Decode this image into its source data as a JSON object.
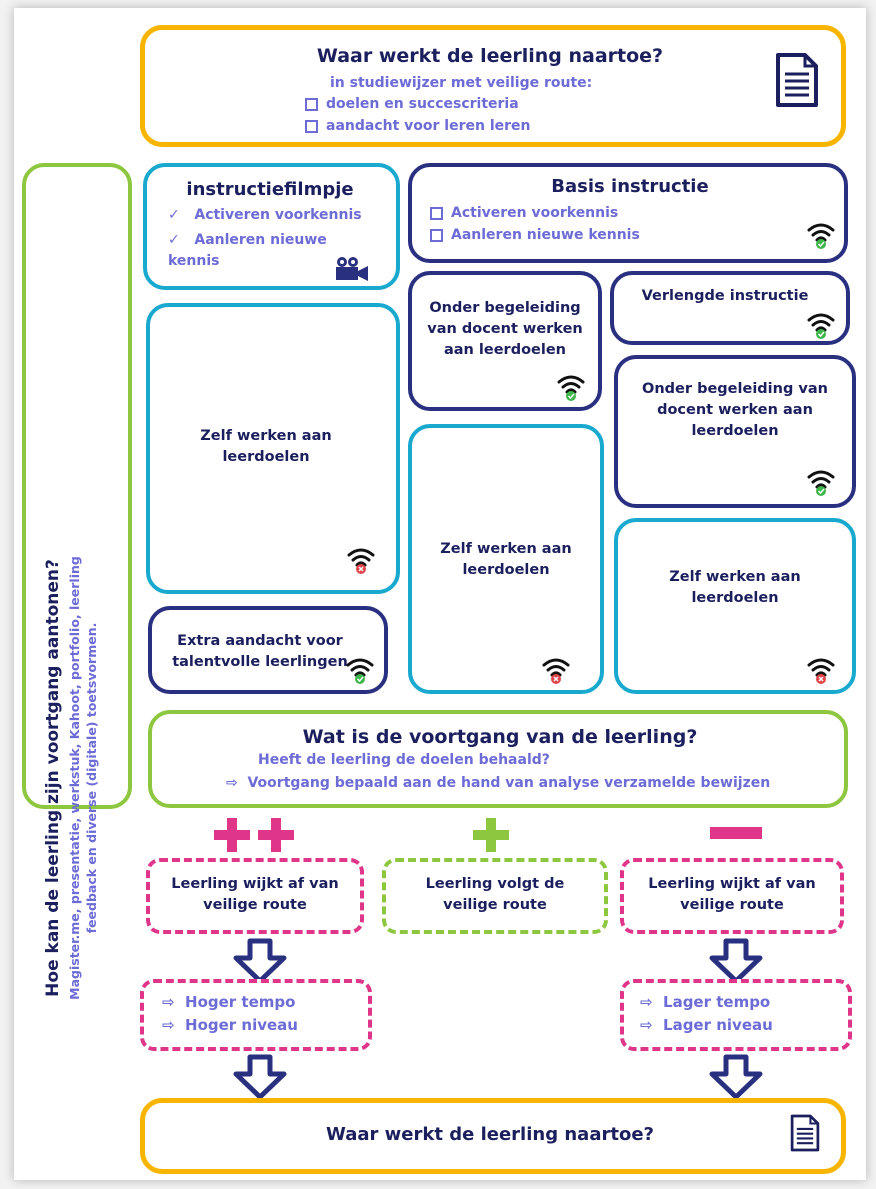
{
  "top": {
    "title": "Waar werkt de leerling naartoe?",
    "subtitle": "in studiewijzer met veilige route:",
    "items": [
      "doelen en succescriteria",
      "aandacht voor leren leren"
    ]
  },
  "side": {
    "title": "Hoe kan de leerling zijn voortgang aantonen?",
    "line1": "Magister.me, presentatie, werkstuk, Kahoot, portfolio, leerling",
    "line2": "feedback en  diverse (digitale) toetsvormen."
  },
  "film": {
    "title": "instructiefilmpje",
    "items": [
      "Activeren voorkennis",
      "Aanleren nieuwe kennis"
    ]
  },
  "basis": {
    "title": "Basis instructie",
    "items": [
      "Activeren voorkennis",
      "Aanleren nieuwe kennis"
    ]
  },
  "cells": {
    "zelf_left": "Zelf werken aan leerdoelen",
    "extra": "Extra aandacht voor talentvolle leerlingen",
    "onder_mid": "Onder begeleiding van docent werken aan leerdoelen",
    "zelf_mid": "Zelf werken aan leerdoelen",
    "verlengde": "Verlengde instructie",
    "onder_right": "Onder begeleiding van docent werken aan leerdoelen",
    "zelf_right": "Zelf werken aan leerdoelen"
  },
  "progress": {
    "title": "Wat is de voortgang van de leerling?",
    "q": "Heeft de leerling de doelen behaald?",
    "item": "Voortgang bepaald aan de hand van analyse verzamelde bewijzen"
  },
  "routes": {
    "left": "Leerling wijkt af van veilige route",
    "mid": "Leerling volgt de veilige route",
    "right": "Leerling wijkt af van veilige route"
  },
  "pace": {
    "left": [
      "Hoger tempo",
      "Hoger niveau"
    ],
    "right": [
      "Lager tempo",
      "Lager niveau"
    ]
  },
  "bottom": {
    "title": "Waar werkt de leerling naartoe?"
  },
  "colors": {
    "yellow": "#f7b500",
    "green": "#8dc63f",
    "cyan": "#19a9cf",
    "navy": "#2a3080",
    "pink": "#e0368a",
    "text": "#1c1f5e",
    "list": "#6d6bd6"
  }
}
